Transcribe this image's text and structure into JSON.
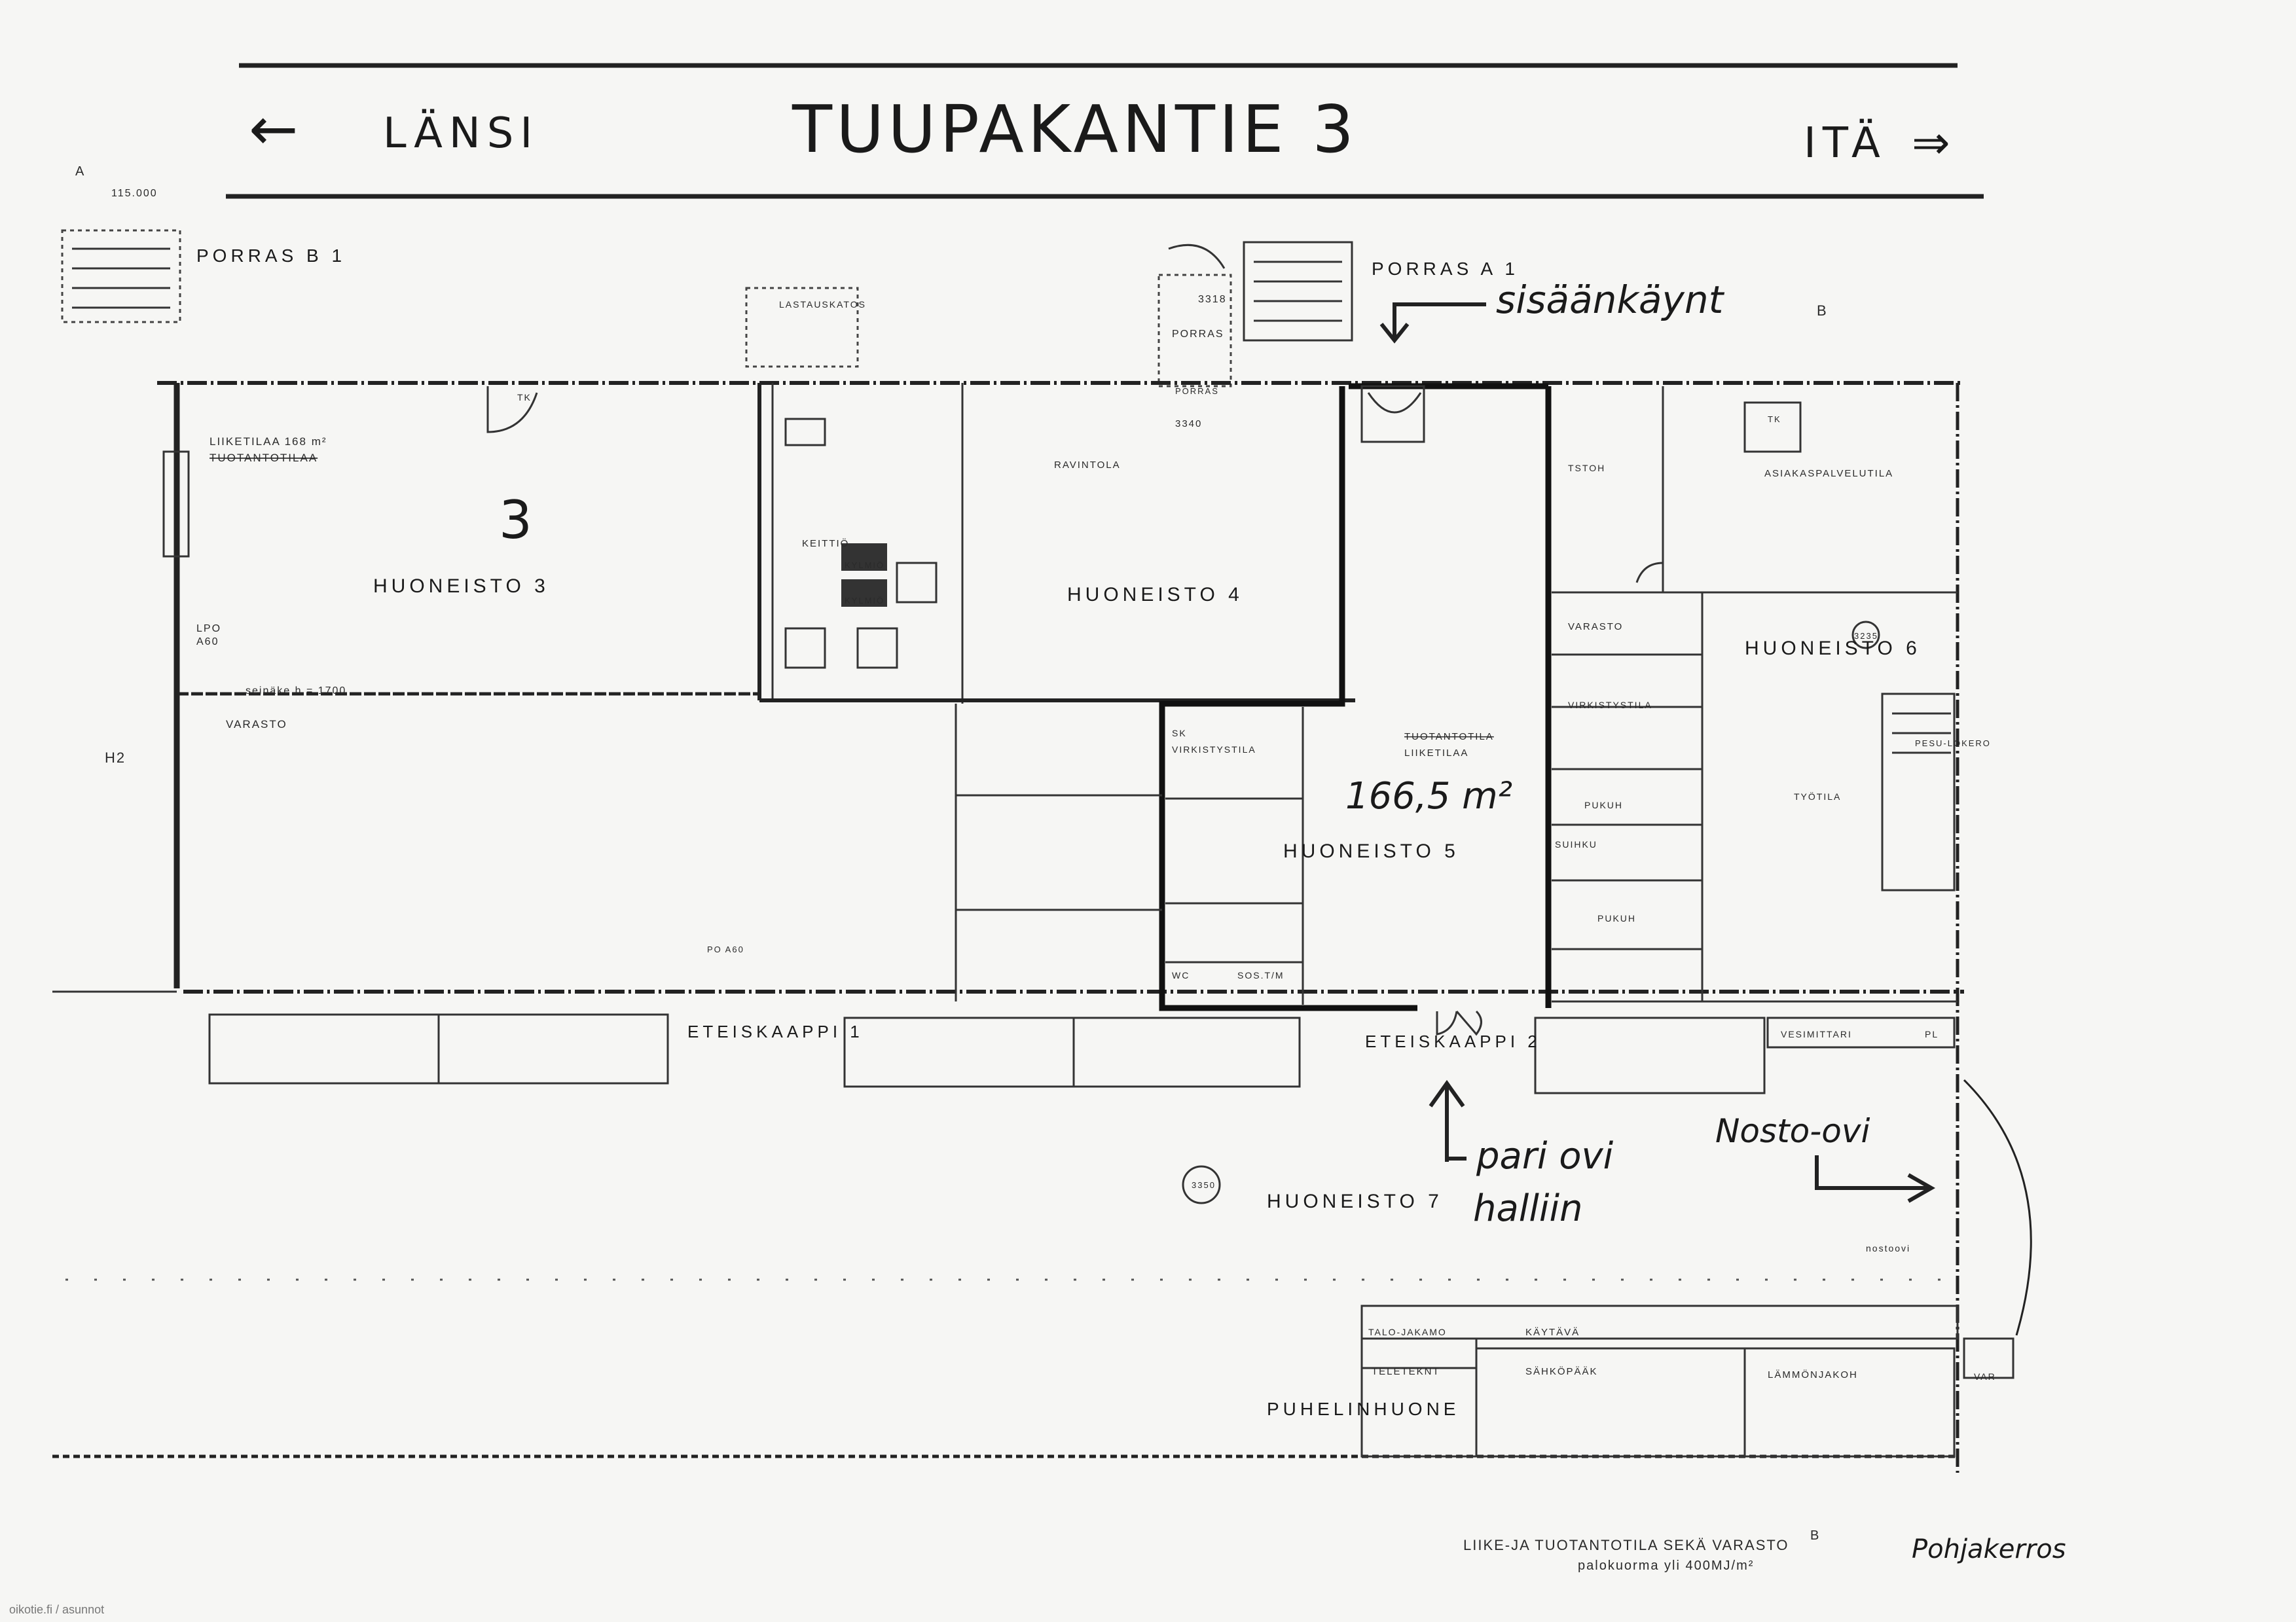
{
  "header": {
    "title": "TUUPAKANTIE 3",
    "west": "LÄNSI",
    "east": "ITÄ",
    "west_arrow": "←",
    "east_arrow": "⇒",
    "ref_a": "A",
    "ref_code": "115.000"
  },
  "stairs": {
    "b1": "PORRAS B 1",
    "a1": "PORRAS A 1",
    "a1_small": "PORRAS",
    "a1_num": "3318",
    "top_label": "LASTAUSKATOS",
    "ref_b": "B"
  },
  "annotations": {
    "entrance": "sisäänkäynt",
    "double_door_1": "pari ovi",
    "double_door_2": "halliin",
    "lift_door": "Nosto-ovi",
    "signature": "Pohjakerros"
  },
  "units": {
    "u3_big_number": "3",
    "u3_name": "HUONEISTO 3",
    "u3_area": "LIIKETILAA 168 m²",
    "u3_struck": "TUOTANTOTILAA",
    "u3_partition": "seinäke h = 1700",
    "u3_storage": "VARASTO",
    "u3_lpo": "LPO",
    "u3_a60": "A60",
    "u4_name": "HUONEISTO 4",
    "u4_room": "RAVINTOLA",
    "u4_kitchen": "KEITTIÖ",
    "u4_cold1": "KYLMIÖ",
    "u4_cold2": "KYLMIÖ",
    "u4_num": "3340",
    "u4_porch": "PORRAS",
    "u5_name": "HUONEISTO 5",
    "u5_area_hand": "166,5 m²",
    "u5_struck": "TUOTANTOTILA",
    "u5_room": "LIIKETILAA",
    "u5_rec": "VIRKISTYSTILA",
    "u5_sos": "SOS.T/M",
    "u6_name": "HUONEISTO 6",
    "u6_storage": "VARASTO",
    "u6_rec": "VIRKISTYSTILA",
    "u6_customer": "ASIAKASPALVELUTILA",
    "u6_office": "TSTOH",
    "u6_work": "TYÖTILA",
    "u6_lockers": "PESU-LOKERO",
    "u6_shower": "SUIHKU",
    "u6_dressing": "PUKUH",
    "u6_dressing2": "PUKUH",
    "u6_num": "3235",
    "u7_name": "HUONEISTO 7",
    "u7_num": "3350",
    "u7_lift": "nostoovi"
  },
  "corridors": {
    "closet1": "ETEISKAAPPI 1",
    "closet2": "ETEISKAAPPI 2",
    "water_meter": "VESIMITTARI",
    "corridor": "KÄYTÄVÄ",
    "house_dist": "TALO-JAKAMO",
    "telecom": "TELETEKNT",
    "electric": "SÄHKÖPÄÄK",
    "heating": "LÄMMÖNJAKOH",
    "phone_room": "PUHELINHUONE",
    "storage_small": "VAR"
  },
  "misc": {
    "tk": "TK",
    "sk": "SK",
    "wc": "WC",
    "po_a60": "PO A60",
    "h2": "H2",
    "pl": "PL"
  },
  "footer": {
    "line1": "LIIKE-JA TUOTANTOTILA SEKÄ VARASTO",
    "line2": "palokuorma yli 400MJ/m²",
    "ref_b": "B"
  },
  "credit": "oikotie.fi / asunnot"
}
